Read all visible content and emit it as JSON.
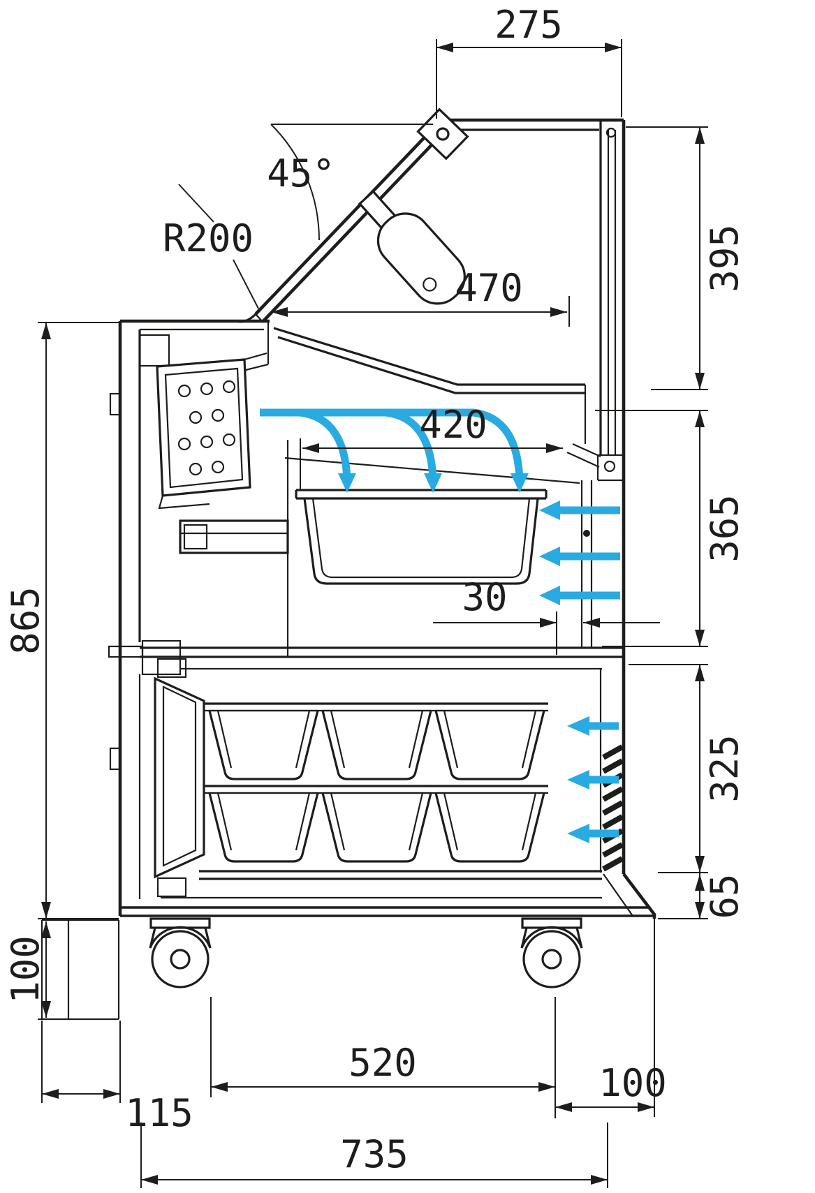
{
  "colors": {
    "line": "#1d1d1b",
    "airflow": "#29abe2",
    "background": "#ffffff"
  },
  "dims": {
    "d275": "275",
    "d45": "45°",
    "r200": "R200",
    "d470": "470",
    "d395": "395",
    "d420": "420",
    "d365": "365",
    "d30": "30",
    "d865": "865",
    "d325": "325",
    "d65": "65",
    "d100_left": "100",
    "d100_right": "100",
    "d115": "115",
    "d520": "520",
    "d735": "735"
  }
}
